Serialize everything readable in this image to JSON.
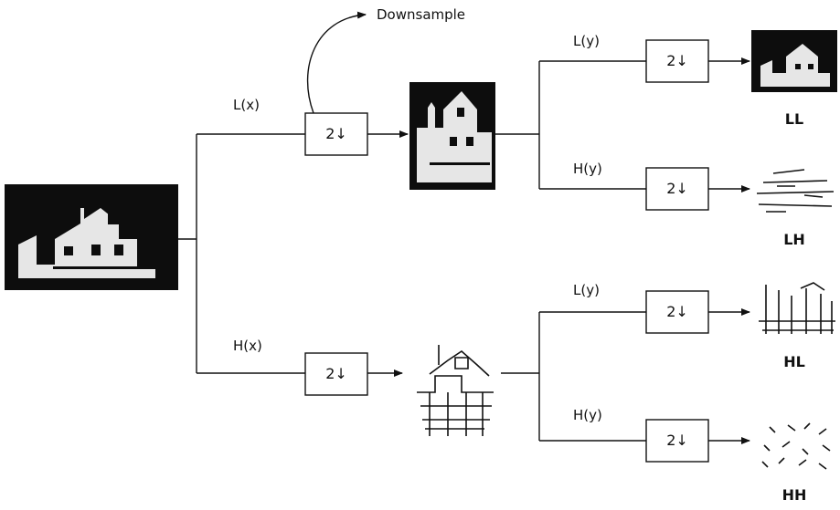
{
  "filters": {
    "low_x": "L(x)",
    "high_x": "H(x)",
    "low_y": "L(y)",
    "high_y": "H(y)"
  },
  "downsample_label": "Downsample",
  "downsample_factor": "2↓",
  "subbands": {
    "ll": "LL",
    "lh": "LH",
    "hl": "HL",
    "hh": "HH"
  },
  "colors": {
    "line": "#111111",
    "image_dark_bg": "#0d0d0d",
    "image_light_bg": "#ffffff"
  }
}
